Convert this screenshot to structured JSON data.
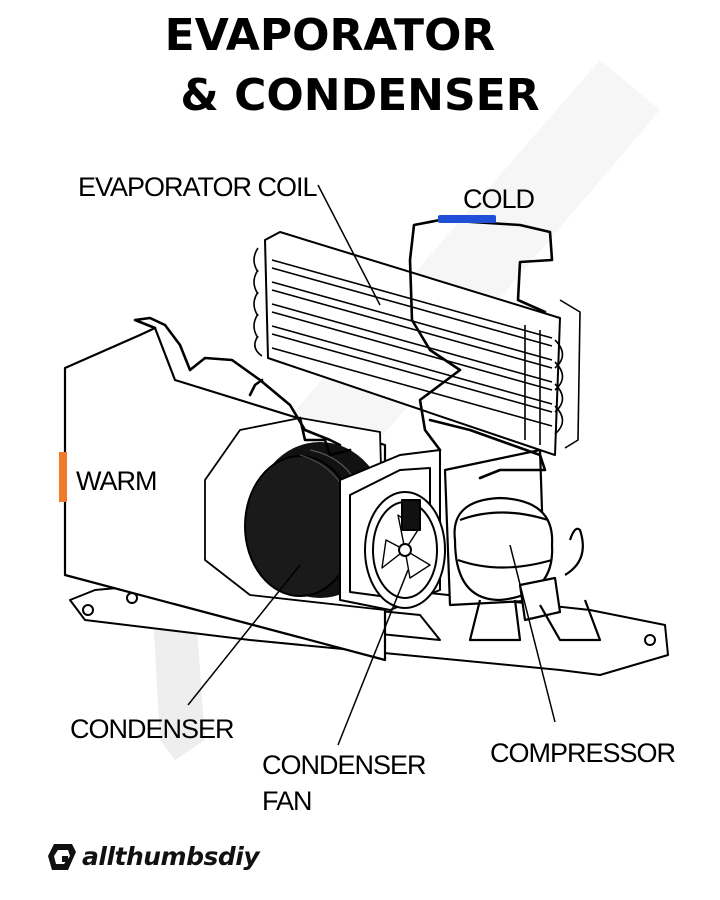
{
  "title": {
    "line1": "EVAPORATOR",
    "line2": "& CONDENSER"
  },
  "labels": {
    "evaporator_coil": "EVAPORATOR COIL",
    "cold": "COLD",
    "warm": "WARM",
    "condenser": "CONDENSER",
    "condenser_fan_line1": "CONDENSER",
    "condenser_fan_line2": "FAN",
    "compressor": "COMPRESSOR"
  },
  "brand": {
    "name": "allthumbsdiy",
    "logo_icon": "thumb-logo-icon"
  },
  "colors": {
    "cold_marker": "#1f4fd6",
    "warm_marker": "#f07a2a",
    "line": "#000000",
    "watermark": "#ececec"
  }
}
